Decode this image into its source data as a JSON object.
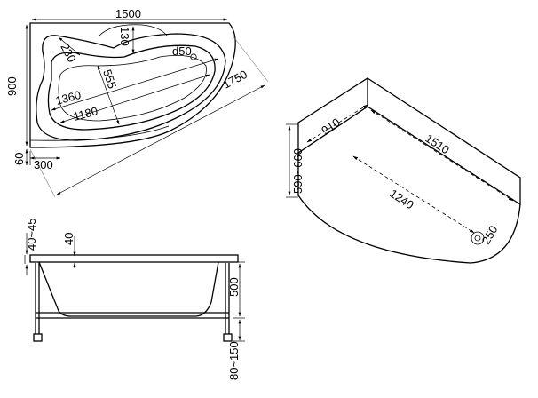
{
  "top_view": {
    "length": "1500",
    "width": "900",
    "diagonal": "1750",
    "inner_length": "1360",
    "inner_length_2": "1180",
    "headrest": "230",
    "headrest_depth": "130",
    "basin_width": "555",
    "drain": "d50",
    "corner_offset": "60",
    "corner_length": "300"
  },
  "iso_view": {
    "side_length": "1510",
    "side_width": "910",
    "height_range": "590~660",
    "floor_length": "1240",
    "drain": "250"
  },
  "side_view": {
    "rim_range": "40~45",
    "rim_thickness": "40",
    "body_height": "500",
    "leg_range": "80~150"
  }
}
